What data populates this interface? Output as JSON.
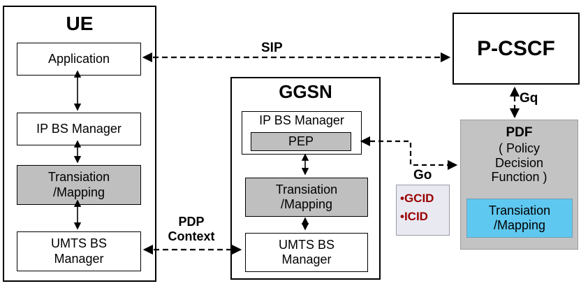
{
  "diagram": {
    "ue": {
      "title": "UE",
      "application": "Application",
      "ip_bs_manager": "IP BS Manager",
      "translation_mapping": "Transiation\n/Mapping",
      "umts_bs_manager": "UMTS BS\nManager"
    },
    "ggsn": {
      "title": "GGSN",
      "ip_bs_manager": "IP BS Manager",
      "pep": "PEP",
      "translation_mapping": "Transiation\n/Mapping",
      "umts_bs_manager": "UMTS BS\nManager"
    },
    "pcscf": {
      "title": "P-CSCF"
    },
    "pdf": {
      "title": "PDF",
      "subtitle": "( Policy\nDecision\nFunction )",
      "translation_mapping": "Transiation\n/Mapping"
    },
    "interfaces": {
      "sip": "SIP",
      "gq": "Gq",
      "go": "Go",
      "pdp_context": "PDP\nContext"
    },
    "identifiers": {
      "gcid": "•GCID",
      "icid": "•ICID"
    },
    "colors": {
      "gray_fill": "#BFBFBF",
      "pdf_fill": "#C3C3C3",
      "cyan_fill": "#5FC8F0",
      "identifier_text": "#990000",
      "identifier_fill": "#E9E9F2",
      "line": "#000000"
    }
  }
}
